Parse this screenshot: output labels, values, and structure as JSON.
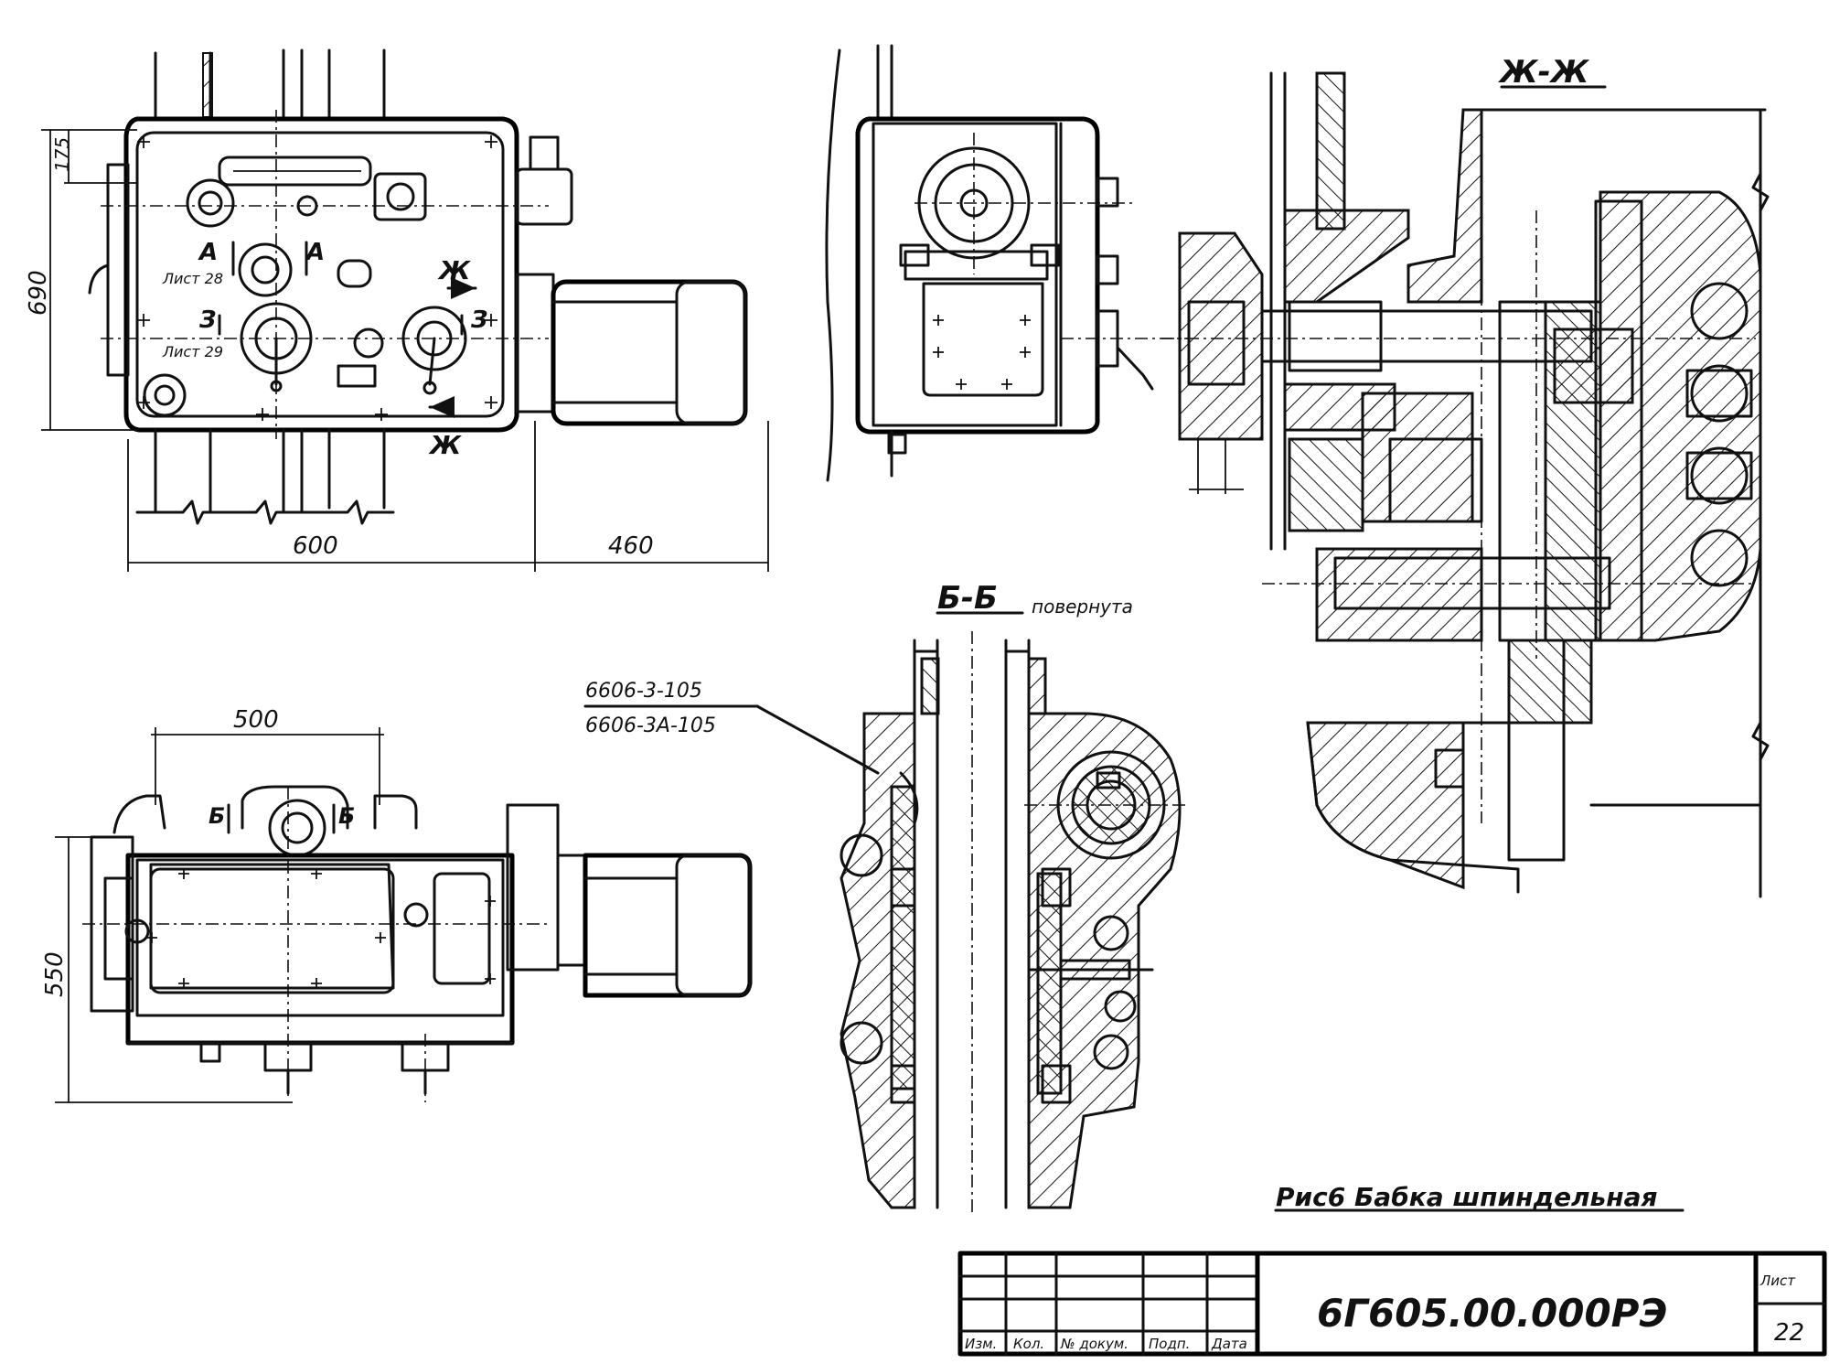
{
  "drawing": {
    "view_front_dimensions": {
      "height_total": "690",
      "height_top": "175",
      "width_left": "600",
      "width_right": "460"
    },
    "view_front_labels": {
      "a_left": "А",
      "a_right": "А",
      "sheet_28": "Лист 28",
      "z_left": "З",
      "z_right": "З",
      "sheet_29": "Лист 29",
      "zh_top": "Ж",
      "zh_bottom": "Ж"
    },
    "view_plan_dimensions": {
      "width": "500",
      "height": "550"
    },
    "view_plan_labels": {
      "b_left": "Б",
      "b_right": "Б"
    },
    "section_bb": {
      "title": "Б-Б",
      "note": "повернута",
      "callout_1": "6606-3-105",
      "callout_2": "6606-3А-105"
    },
    "section_zhzh": {
      "title": "Ж-Ж"
    },
    "caption": "Рис6 Бабка шпиндельная"
  },
  "title_block": {
    "document_code": "6Г605.00.000РЭ",
    "columns": [
      "Изм.",
      "Кол.",
      "№ докум.",
      "Подп.",
      "Дата"
    ],
    "sheet_label": "Лист",
    "sheet_number": "22"
  }
}
